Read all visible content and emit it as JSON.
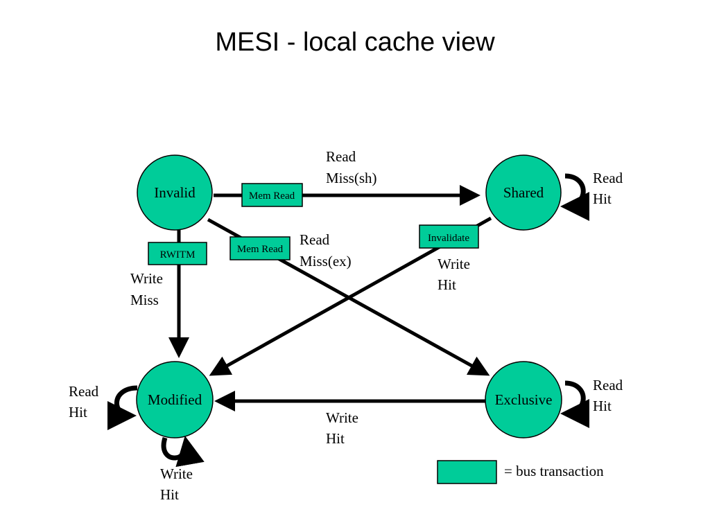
{
  "title": "MESI - local cache view",
  "colors": {
    "state_fill": "#00CC99",
    "stroke": "#000000"
  },
  "states": {
    "invalid": "Invalid",
    "shared": "Shared",
    "modified": "Modified",
    "exclusive": "Exclusive"
  },
  "bus_boxes": {
    "mem_read_shared": "Mem Read",
    "mem_read_exclusive": "Mem Read",
    "rwitm": "RWITM",
    "invalidate": "Invalidate"
  },
  "transitions": {
    "read_miss_sh": [
      "Read",
      "Miss(sh)"
    ],
    "read_miss_ex": [
      "Read",
      "Miss(ex)"
    ],
    "write_miss": [
      "Write",
      "Miss"
    ],
    "shared_write_hit": [
      "Write",
      "Hit"
    ],
    "exclusive_write_hit": [
      "Write",
      "Hit"
    ],
    "shared_read_hit": [
      "Read",
      "Hit"
    ],
    "exclusive_read_hit": [
      "Read",
      "Hit"
    ],
    "modified_read_hit": [
      "Read",
      "Hit"
    ],
    "modified_write_hit": [
      "Write",
      "Hit"
    ]
  },
  "legend": {
    "text": "= bus transaction"
  }
}
